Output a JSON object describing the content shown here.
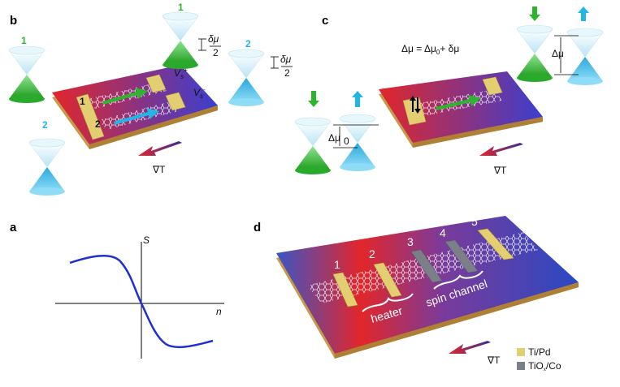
{
  "panels": {
    "b": {
      "letter": "b",
      "cone_top_left": "1",
      "cone_bottom_left": "2",
      "cone_top_mid": "1",
      "cone_right": "2",
      "frac_num_1": "δμ",
      "frac_den_1": "2",
      "frac_num_2": "δμ",
      "frac_den_2": "2",
      "vs_plus": "V",
      "vs_plus_sub": "s",
      "vs_plus_sup": "+",
      "vs_minus": "V",
      "vs_minus_sub": "s",
      "vs_minus_sup": "-",
      "channel_1": "1",
      "channel_2": "2",
      "gradient": "∇T"
    },
    "c": {
      "letter": "c",
      "equation": "Δμ = Δμ",
      "equation_sub": "0",
      "equation_tail": "+ δμ",
      "delta_mu0": "Δμ",
      "delta_mu0_sub": "0",
      "delta_mu": "Δμ",
      "gradient": "∇T"
    },
    "a": {
      "letter": "a",
      "y_axis": "S",
      "x_axis": "n"
    },
    "d": {
      "letter": "d",
      "contacts": [
        "1",
        "2",
        "3",
        "4",
        "5"
      ],
      "heater": "heater",
      "spin_channel": "spin channel",
      "gradient": "∇T",
      "legend": [
        {
          "label": "Ti/Pd",
          "color": "#e3cf72"
        },
        {
          "label": "TiO",
          "sub": "x",
          "tail": "/Co",
          "color": "#7b8088"
        }
      ]
    }
  },
  "colors": {
    "spin_up": "#2db52d",
    "spin_down": "#22b5e6",
    "hot": "#e2262a",
    "cold": "#2a49c4",
    "curve": "#1e2fd6",
    "substrate_edge": "#c79a4a"
  }
}
